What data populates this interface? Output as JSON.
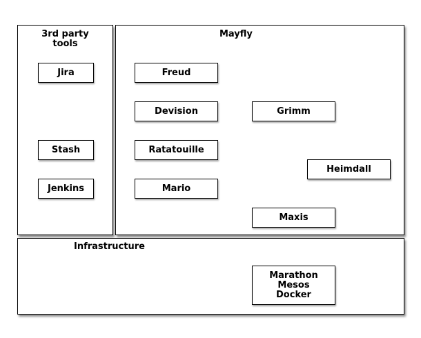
{
  "panels": {
    "third_party": {
      "title": "3rd party\ntools"
    },
    "mayfly": {
      "title": "Mayfly"
    },
    "infrastructure": {
      "title": "Infrastructure"
    }
  },
  "third_party_boxes": [
    "Jira",
    "Stash",
    "Jenkins"
  ],
  "mayfly_boxes": [
    "Freud",
    "Devision",
    "Ratatouille",
    "Mario",
    "Grimm",
    "Heimdall",
    "Maxis"
  ],
  "infrastructure_box": {
    "lines": [
      "Marathon",
      "Mesos",
      "Docker"
    ]
  }
}
